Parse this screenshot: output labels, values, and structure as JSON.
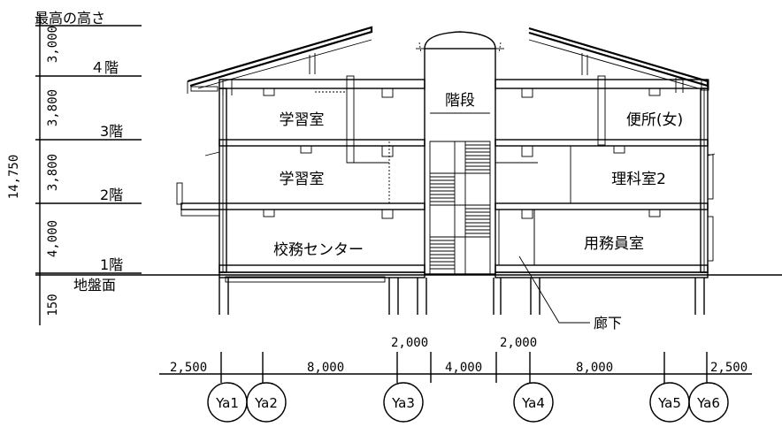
{
  "levels": {
    "max_height": "最高の高さ",
    "floor4": "４階",
    "floor3": "3階",
    "floor2": "2階",
    "floor1": "1階",
    "ground": "地盤面"
  },
  "vertical_dims": {
    "total": "14,750",
    "d4": "3,000",
    "d3": "3,800",
    "d2": "3,800",
    "d1": "4,000",
    "below": "150"
  },
  "rooms": {
    "stairs": "階段",
    "study_room_3f": "学習室",
    "toilet_women": "便所(女)",
    "study_room_2f": "学習室",
    "science_room": "理科室2",
    "school_office": "校務センター",
    "janitor_room": "用務員室",
    "corridor": "廊下"
  },
  "horizontal_dims": {
    "d1": "2,500",
    "d2": "8,000",
    "d3": "2,000",
    "d4": "4,000",
    "d5": "2,000",
    "d6": "8,000",
    "d7": "2,500"
  },
  "grid_axes": [
    "Ya1",
    "Ya2",
    "Ya3",
    "Ya4",
    "Ya5",
    "Ya6"
  ]
}
